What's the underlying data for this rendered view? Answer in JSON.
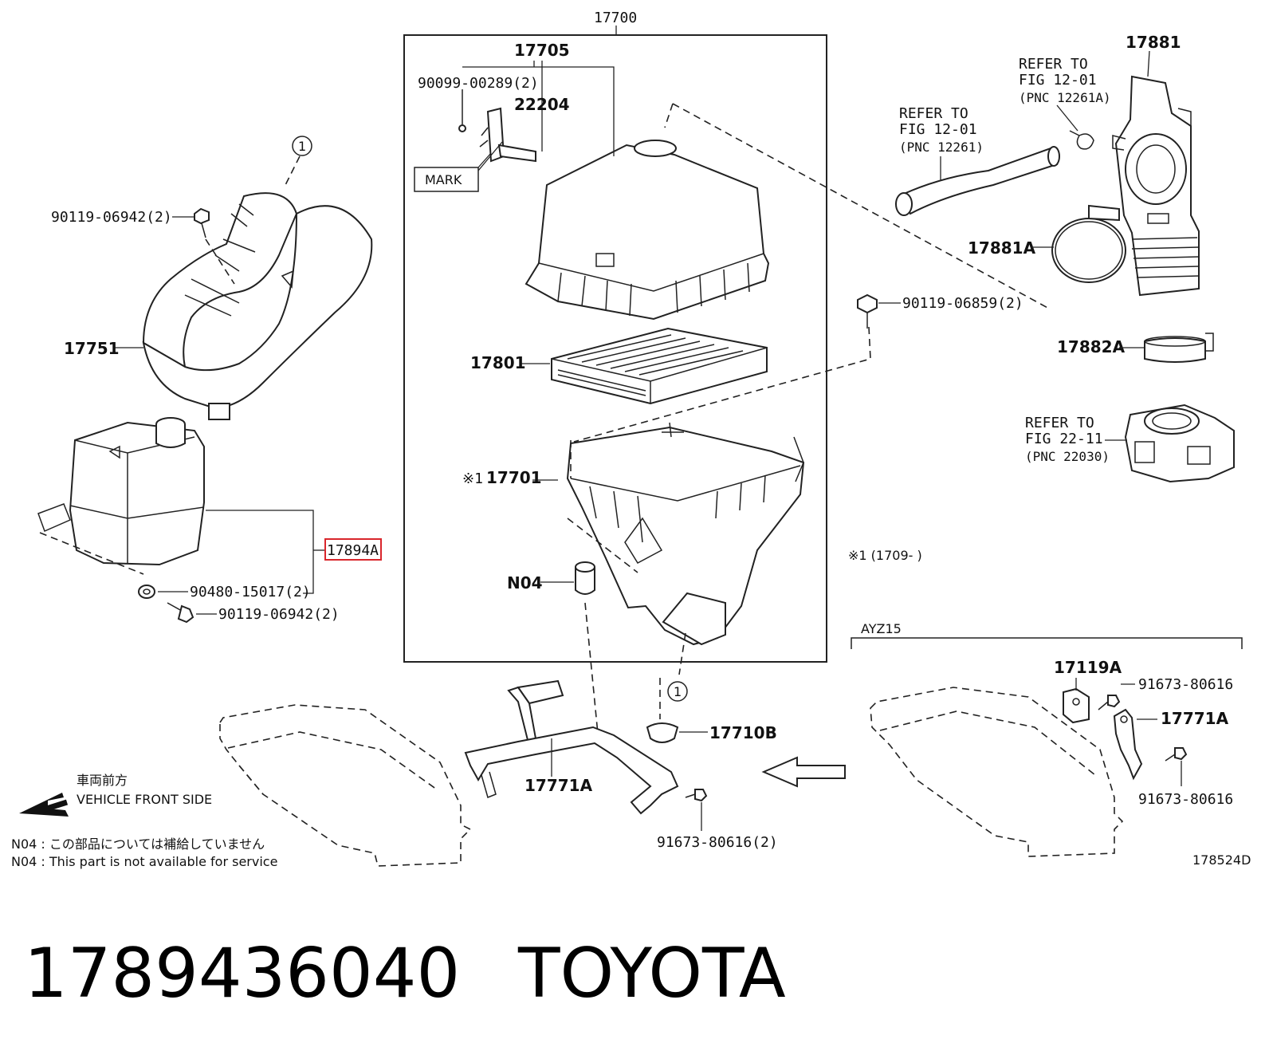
{
  "assembly_label": "17700",
  "labels": {
    "p17705": "17705",
    "p90099": "90099-00289(2)",
    "p22204": "22204",
    "mark": "MARK",
    "p90119_a": "90119-06942(2)",
    "p17751": "17751",
    "p17801": "17801",
    "p17701": "17701",
    "p17701_prefix": "※1",
    "pN04": "N04",
    "p17894A": "17894A",
    "p90480": "90480-15017(2)",
    "p90119_b": "90119-06942(2)",
    "p90119_c": "90119-06859(2)",
    "p17881": "17881",
    "p17881A": "17881A",
    "p17882A": "17882A",
    "p17710B": "17710B",
    "p17771A_center": "17771A",
    "p91673_center": "91673-80616(2)",
    "p17119A": "17119A",
    "p91673_r1": "91673-80616",
    "p17771A_right": "17771A",
    "p91673_r2": "91673-80616",
    "circle_ref": "1",
    "note_1": "※1 (1709-      )",
    "ayz15": "AYZ15",
    "fig_code": "178524D"
  },
  "refer_blocks": [
    {
      "line1": "REFER TO",
      "line2": "FIG 12-01",
      "line3": "(PNC 12261A)"
    },
    {
      "line1": "REFER TO",
      "line2": "FIG 12-01",
      "line3": "(PNC 12261)"
    },
    {
      "line1": "REFER TO",
      "line2": "FIG 22-11",
      "line3": "(PNC 22030)"
    }
  ],
  "front_side": {
    "jp": "車両前方",
    "en": "VEHICLE FRONT SIDE"
  },
  "notes": {
    "n04_jp": "N04 : この部品については補給していません",
    "n04_en": "N04 : This part is not available for service"
  },
  "caption": {
    "part_number": "1789436040",
    "brand": "TOYOTA"
  },
  "colors": {
    "highlight": "#d9262c",
    "line": "#222222"
  }
}
